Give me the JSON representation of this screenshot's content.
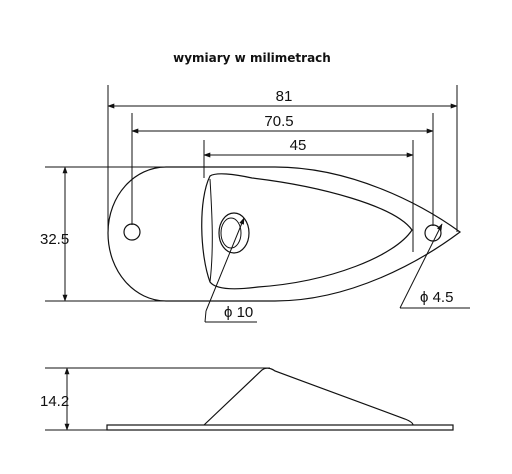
{
  "title": "wymiary w milimetrach",
  "dimensions": {
    "overall_length": "81",
    "hole_spacing": "70.5",
    "inner_length": "45",
    "width": "32.5",
    "hole_diameter": "ϕ 4.5",
    "jack_diameter": "ϕ 10",
    "height": "14.2"
  },
  "colors": {
    "line": "#111111",
    "background": "#ffffff"
  }
}
